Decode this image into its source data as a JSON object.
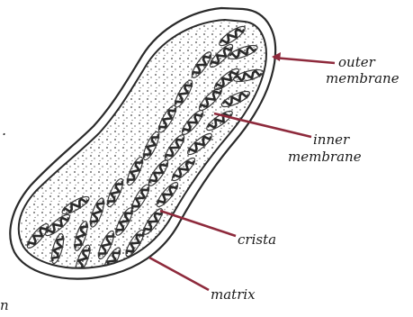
{
  "labels": {
    "outer": [
      "outer",
      "membrane"
    ],
    "inner": [
      "inner",
      "membrane"
    ],
    "crista": "crista",
    "matrix": "matrix"
  },
  "margin_marks": {
    "dot": ".",
    "letter": "n"
  },
  "colors": {
    "ink": "#2a2a2a",
    "pointer": "#8e2a3c",
    "fill": "#ffffff"
  }
}
